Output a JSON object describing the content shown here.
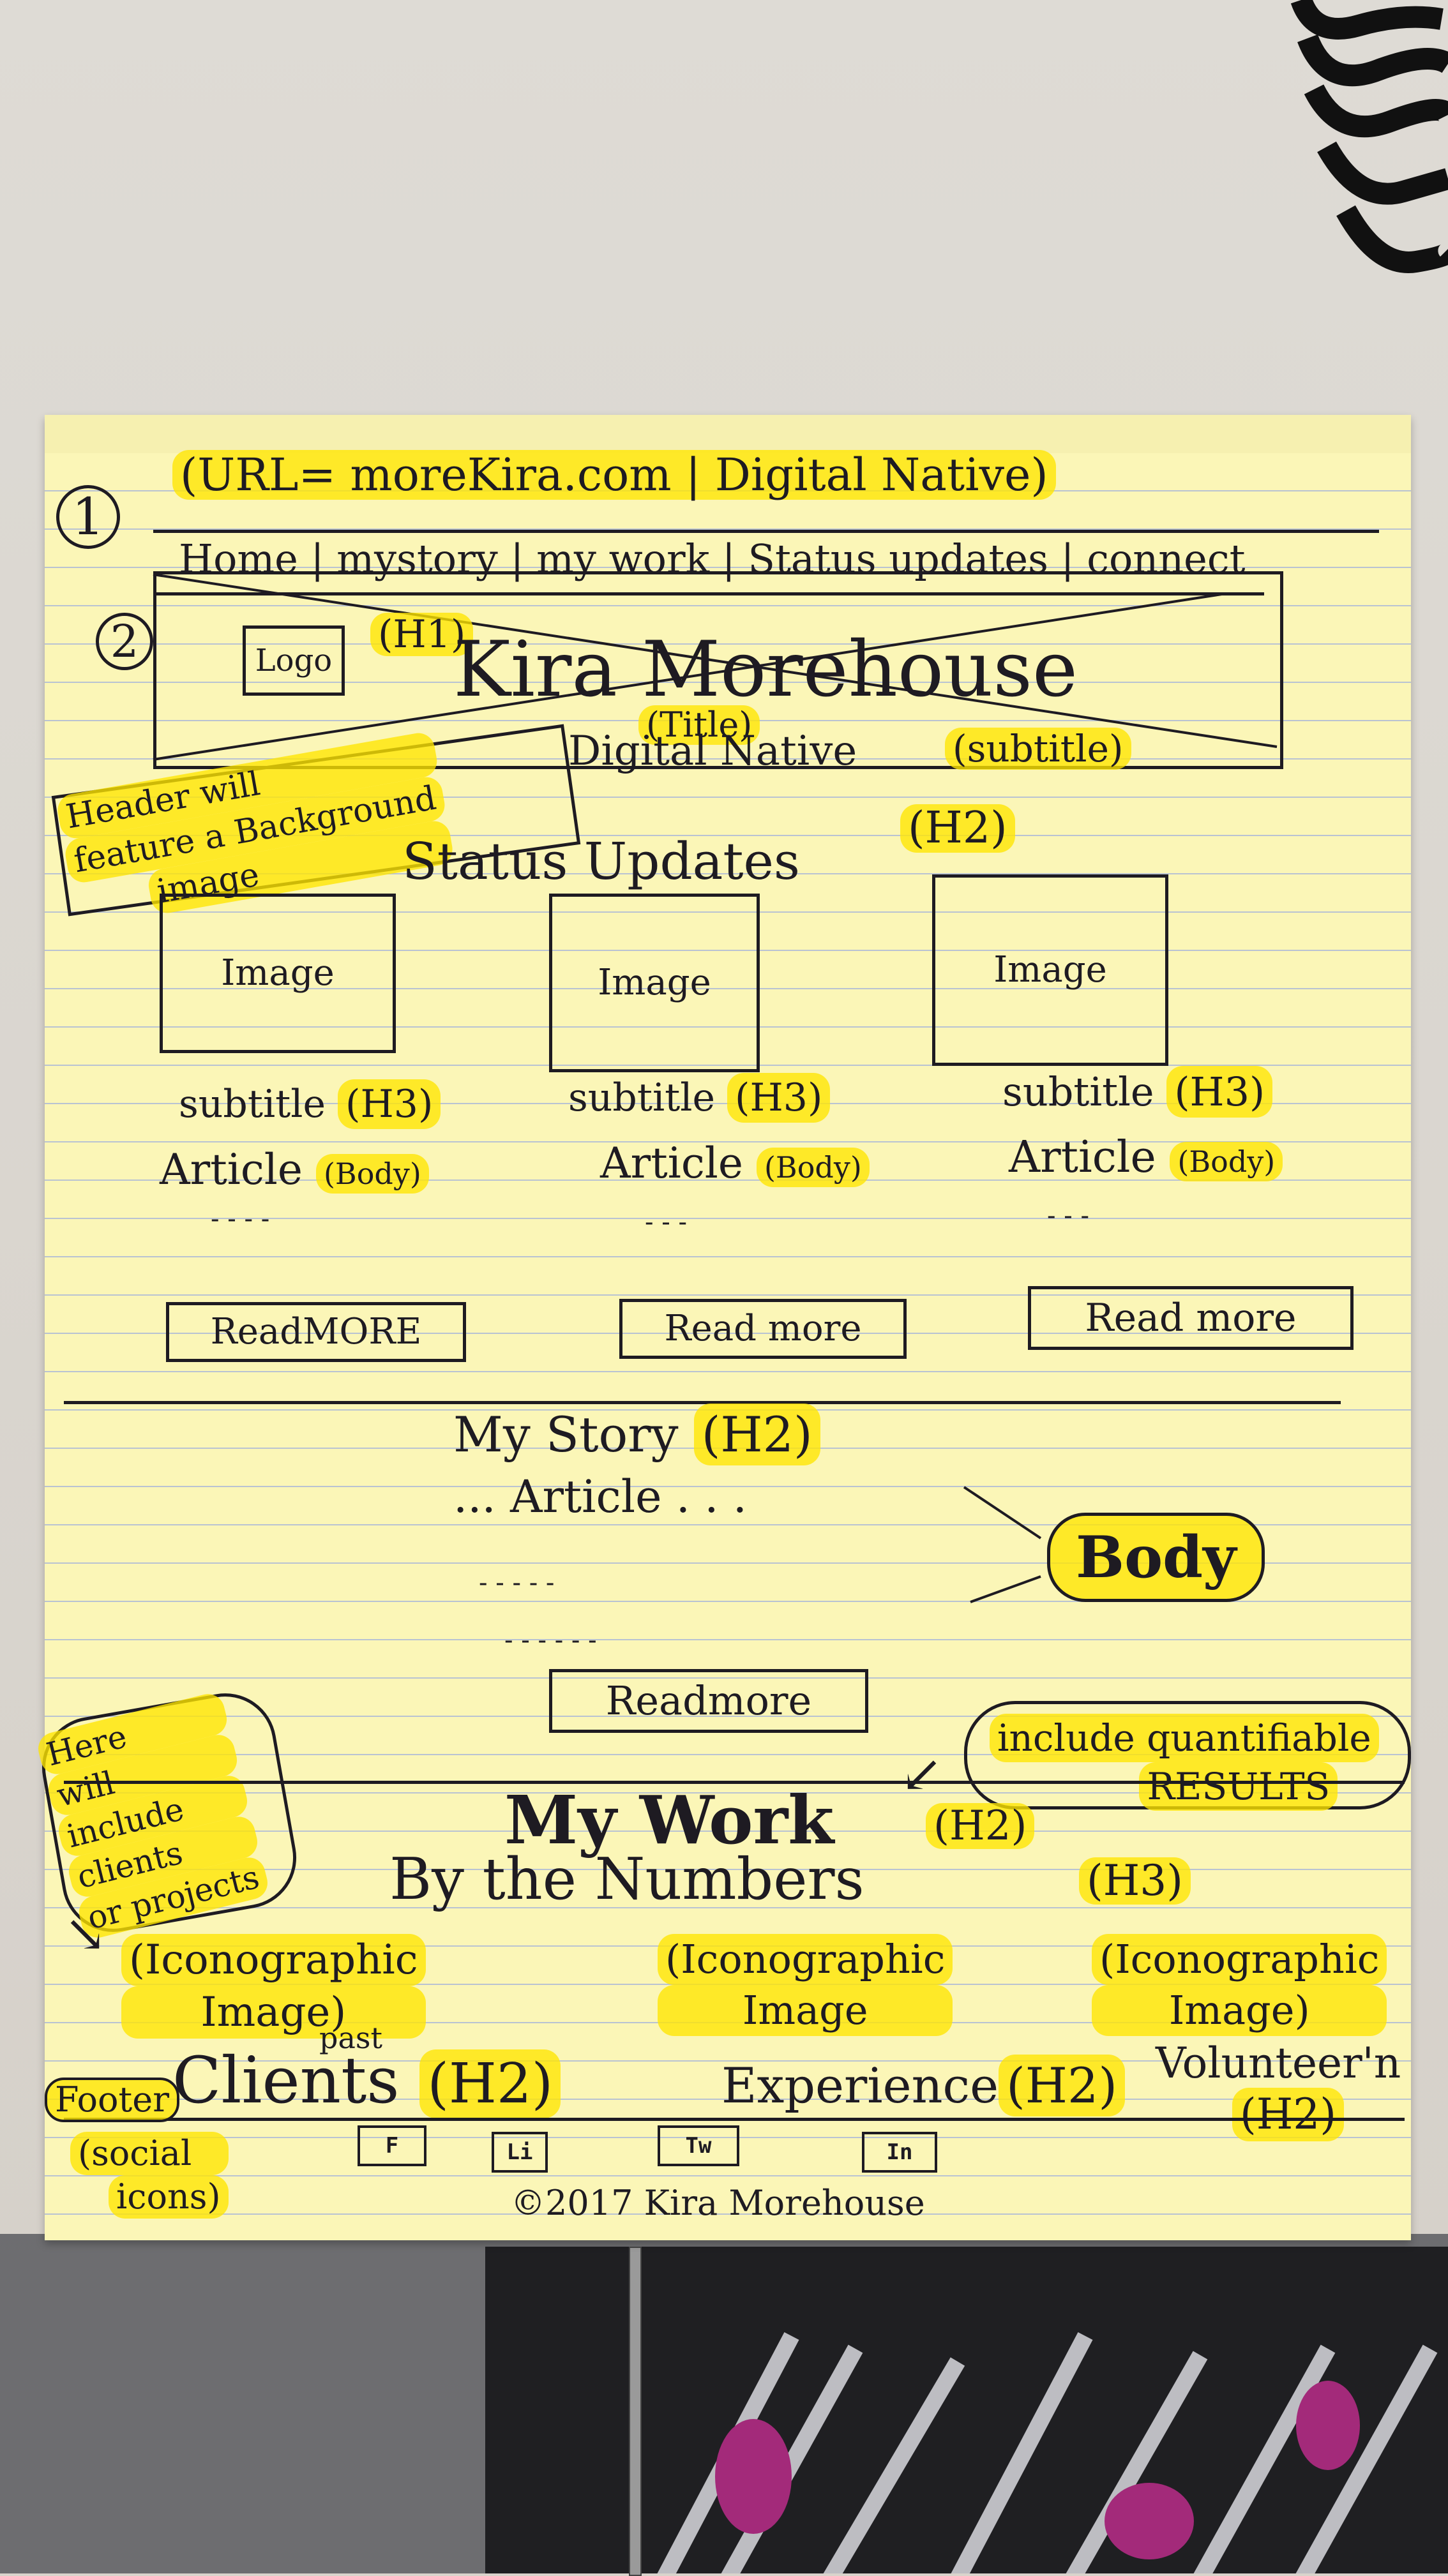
{
  "header": {
    "step1": "1",
    "url_line": "(URL= moreKira.com | Digital Native)",
    "nav": [
      "Home",
      "mystory",
      "my work",
      "Status updates",
      "connect"
    ]
  },
  "hero": {
    "step2": "2",
    "logo": "Logo",
    "h1_tag": "(H1)",
    "name": "Kira Morehouse",
    "title_tag": "(Title)",
    "subtitle": "Digital Native",
    "subtitle_tag": "(subtitle)",
    "note": [
      "Header will",
      "feature a Background",
      "image"
    ]
  },
  "status": {
    "heading": "Status Updates",
    "tag": "(H2)",
    "cards": [
      {
        "image": "Image",
        "subtitle": "subtitle",
        "sub_tag": "(H3)",
        "article": "Article",
        "body_tag": "(Body)",
        "dots": "- - - -",
        "button": "ReadMORE"
      },
      {
        "image": "Image",
        "subtitle": "subtitle",
        "sub_tag": "(H3)",
        "article": "Article",
        "body_tag": "(Body)",
        "dots": "- - -",
        "button": "Read more"
      },
      {
        "image": "Image",
        "subtitle": "subtitle",
        "sub_tag": "(H3)",
        "article": "Article",
        "body_tag": "(Body)",
        "dots": "- - -",
        "button": "Read more"
      }
    ]
  },
  "story": {
    "heading": "My Story",
    "tag": "(H2)",
    "article": "... Article . . .",
    "body_tag": "Body",
    "button": "Readmore"
  },
  "work": {
    "note_left": [
      "Here",
      "will",
      "include",
      "clients",
      "or projects"
    ],
    "note_right": [
      "include quantifiable",
      "RESULTS"
    ],
    "heading": "My Work",
    "tag": "(H2)",
    "sub_heading": "By the Numbers",
    "sub_tag": "(H3)",
    "iconographic": [
      "(Iconographic",
      "Image)"
    ],
    "iconographic_mid": [
      "(Iconographic",
      "Image"
    ],
    "iconographic_right": [
      "(Iconographic",
      "Image)"
    ],
    "past": "past",
    "cols": [
      "Clients",
      "Experience",
      "Volunteer'n"
    ],
    "col_tags": [
      "(H2)",
      "(H2)",
      "(H2)"
    ]
  },
  "footer": {
    "label": "Footer",
    "social": [
      "(social",
      "icons)"
    ],
    "icons": [
      "F",
      "Li",
      "Tw",
      "In"
    ],
    "copyright": "©2017 Kira Morehouse"
  }
}
